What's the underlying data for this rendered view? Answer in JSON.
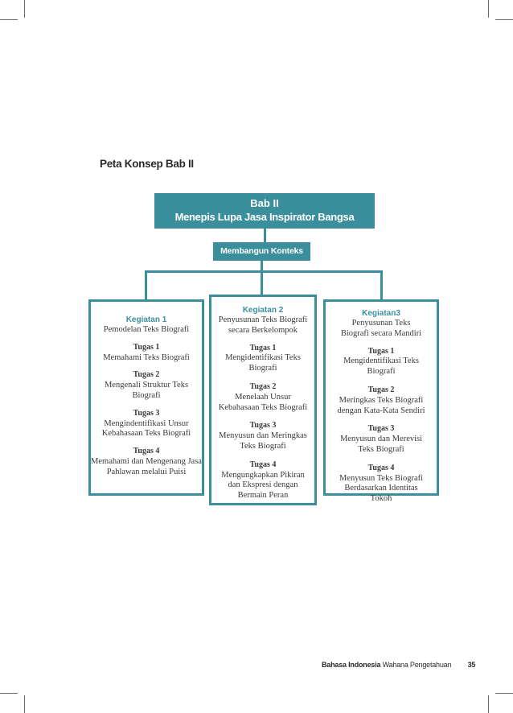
{
  "page": {
    "section_title": "Peta Konsep Bab II",
    "chapter": {
      "label": "Bab II",
      "title": "Menepis Lupa Jasa Inspirator Bangsa"
    },
    "context": "Membangun Konteks",
    "activities": [
      {
        "label": "Kegiatan 1",
        "desc": "Pemodelan Teks Biografi",
        "tasks": [
          {
            "label": "Tugas 1",
            "desc": "Memahami Teks Biografi"
          },
          {
            "label": "Tugas 2",
            "desc": "Mengenali Struktur Teks Biografi"
          },
          {
            "label": "Tugas 3",
            "desc": "Mengindentifikasi Unsur Kebahasaan Teks Biografi"
          },
          {
            "label": "Tugas 4",
            "desc": "Memahami dan Mengenang Jasa Pahlawan melalui Puisi"
          }
        ]
      },
      {
        "label": "Kegiatan 2",
        "desc": "Penyusunan Teks Biografi secara Berkelompok",
        "tasks": [
          {
            "label": "Tugas 1",
            "desc": "Mengidentifikasi Teks Biografi"
          },
          {
            "label": "Tugas 2",
            "desc": "Menelaah Unsur Kebahasaan Teks Biografi"
          },
          {
            "label": "Tugas 3",
            "desc": "Menyusun dan Meringkas Teks Biografi"
          },
          {
            "label": "Tugas 4",
            "desc": "Mengungkapkan Pikiran dan Ekspresi dengan Bermain Peran"
          }
        ]
      },
      {
        "label": "Kegiatan3",
        "desc": "Penyusunan Teks Biografi secara Mandiri",
        "tasks": [
          {
            "label": "Tugas 1",
            "desc": "Mengidentifikasi Teks Biografi"
          },
          {
            "label": "Tugas 2",
            "desc": "Meringkas Teks Biografi dengan Kata-Kata Sendiri"
          },
          {
            "label": "Tugas 3",
            "desc": "Menyusun dan Merevisi Teks Biografi"
          },
          {
            "label": "Tugas 4",
            "desc": "Menyusun Teks Biografi Berdasarkan Identitas Tokoh"
          }
        ]
      }
    ]
  },
  "footer": {
    "subject": "Bahasa Indonesia",
    "book_title": "Wahana Pengetahuan",
    "page_number": "35"
  },
  "colors": {
    "accent": "#3b8f9c",
    "text": "#3a3a3a"
  }
}
